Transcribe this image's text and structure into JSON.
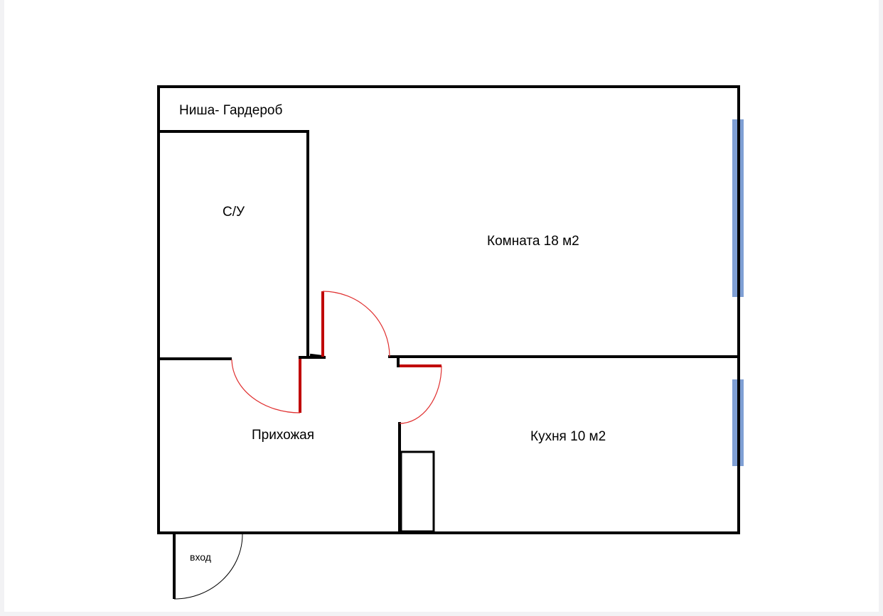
{
  "plan": {
    "labels": {
      "closet_niche": "Ниша- Гардероб",
      "bathroom": "С/У",
      "room": "Комната 18 м2",
      "hallway": "Прихожая",
      "kitchen": "Кухня 10 м2",
      "entrance": "вход"
    },
    "colors": {
      "wall": "#000000",
      "door_leaf": "#c00000",
      "door_swing": "#e03030",
      "window": "#7f9fd4",
      "entrance_swing": "#000000"
    }
  }
}
